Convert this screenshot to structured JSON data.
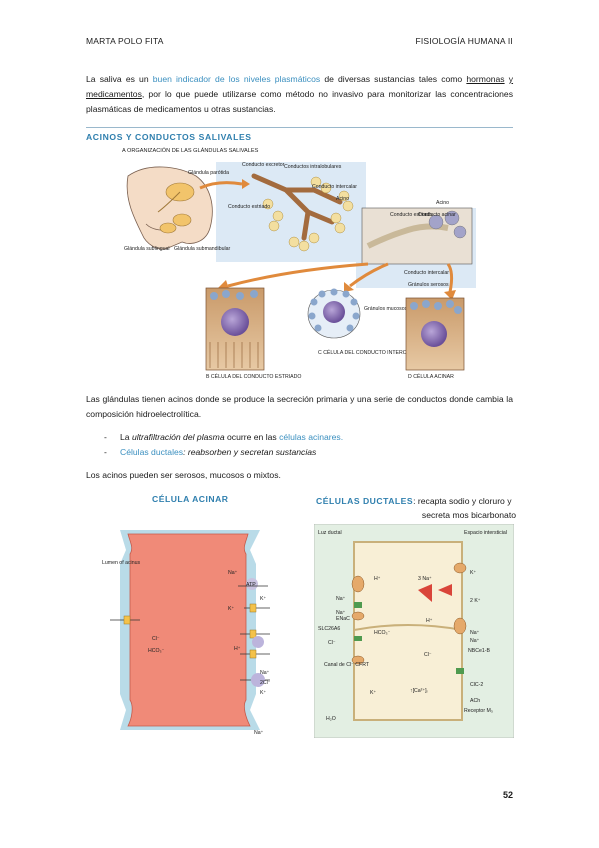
{
  "header": {
    "author": "MARTA POLO FITA",
    "course": "FISIOLOGÍA HUMANA II"
  },
  "intro": {
    "p1": "La saliva es un",
    "p1_blue": "buen indicador de los niveles plasmáticos",
    "p1b": "de diversas sustancias tales como",
    "p1_u1": "hormonas",
    "p1c": "y",
    "p1_u2": "medicamentos",
    "p1d": ", por lo que puede utilizarse como método no invasivo para monitorizar las concentraciones plasmáticas de medicamentos u otras sustancias."
  },
  "section": {
    "title": "ACINOS Y CONDUCTOS SALIVALES"
  },
  "figure1": {
    "caption_a": "A  ORGANIZACIÓN DE LAS GLÁNDULAS SALIVALES",
    "labels": {
      "parotida": "Glándula parótida",
      "sublingual": "Glándula sublingual",
      "submandibular": "Glándula submandibular",
      "excretor": "Conducto excretor",
      "intralobulares": "Conductos intralobulares",
      "intercalar": "Conducto intercalar",
      "acino": "Acino",
      "estriado": "Conducto estriado",
      "acino2": "Acino",
      "estriado2": "Conducto estriado",
      "acinar": "Conducto acinar",
      "intercalar2": "Conducto intercalar",
      "serosos": "Gránulos serosos",
      "mucosos": "Gránulos mucosos",
      "b": "B  CÉLULA DEL CONDUCTO ESTRIADO",
      "c": "C  CÉLULA DEL CONDUCTO INTERCALAR",
      "d": "D  CÉLULA ACINAR"
    }
  },
  "body": {
    "p2": "Las glándulas tienen acinos donde se produce la secreción primaria y una serie de conductos donde cambia la composición hidroelectrolítica.",
    "bullet1_a": "La",
    "bullet1_i": "ultrafiltración del plasma",
    "bullet1_b": "ocurre en las",
    "bullet1_blue": "células acinares.",
    "bullet2_blue": "Células ductales",
    "bullet2_i": ": reabsorben y secretan sustancias",
    "p3": "Los acinos pueden ser serosos, mucosos o mixtos."
  },
  "figure2": {
    "title": "CÉLULA ACINAR",
    "labels": {
      "lumen": "Lumen of acinus",
      "na": "Na⁺",
      "atp": "ATP",
      "k1": "K⁺",
      "k2": "K⁺",
      "cl": "Cl⁻",
      "hco3": "HCO₃⁻",
      "h": "H⁺",
      "na2": "Na⁺",
      "cl2": "2Cl⁻",
      "k3": "K⁺",
      "na3": "Na⁺"
    }
  },
  "figure3": {
    "title": "CÉLULAS DUCTALES",
    "subtitle_a": ": recapta sodio y cloruro y",
    "subtitle_b": "secreta mos bicarbonato",
    "labels": {
      "luz": "Luz ductal",
      "espacio": "Espacio intersticial",
      "h": "H⁺",
      "na": "Na⁺",
      "na2": "Na⁺",
      "enac": "ENaC",
      "slc": "SLC26A6",
      "cl": "Cl⁻",
      "canal": "Canal de Cl⁻ CFRT",
      "k": "K⁺",
      "h2o": "H₂O",
      "na3": "3 Na⁺",
      "k2": "2 K⁺",
      "h2": "H⁺",
      "k3": "K⁺",
      "na4": "Na⁺",
      "na5": "Na⁺",
      "nbce": "NBCe1-B",
      "hco3": "HCO₃⁻",
      "clc": "ClC-2",
      "ca": "↑[Ca²⁺]ᵢ",
      "ach": "ACh",
      "receptor": "Receptor M₃",
      "cl2": "Cl⁻"
    }
  },
  "page": {
    "number": "52"
  }
}
